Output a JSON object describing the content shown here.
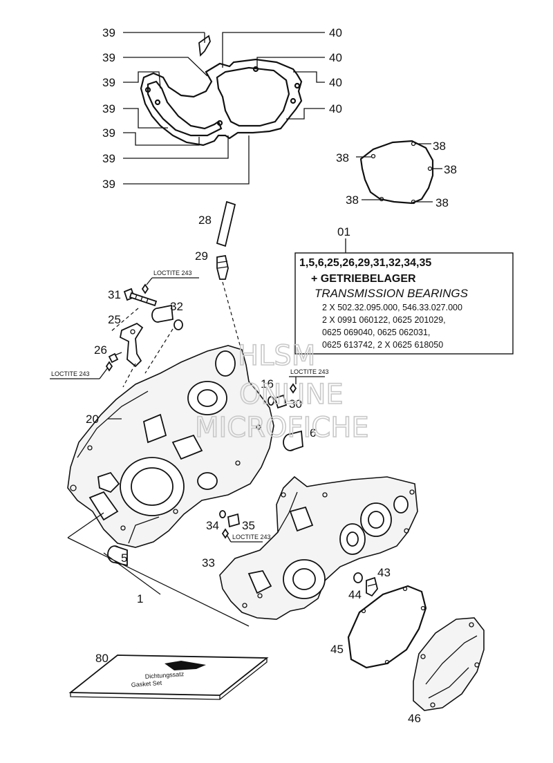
{
  "callouts": {
    "c39": "39",
    "c40": "40",
    "c38": "38",
    "c28": "28",
    "c29": "29",
    "c31": "31",
    "c32": "32",
    "c25": "25",
    "c26": "26",
    "c20": "20",
    "c16": "16",
    "c30": "30",
    "c6": "6",
    "c34": "34",
    "c35": "35",
    "c33": "33",
    "c5": "5",
    "c1": "1",
    "c43": "43",
    "c44": "44",
    "c45": "45",
    "c80": "80",
    "c46": "46",
    "c01": "01"
  },
  "loctite": {
    "label": "LOCTITE 243"
  },
  "kit_box": {
    "line1": "1,5,6,25,26,29,31,32,34,35",
    "line2": "+ GETRIEBELAGER",
    "line3": "TRANSMISSION BEARINGS",
    "line4": "2 X 502.32.095.000, 546.33.027.000",
    "line5": "2 X 0991 060122, 0625 201029,",
    "line6": "0625 069040, 0625 062031,",
    "line7": "0625 613742, 2 X 0625 618050"
  },
  "watermark": {
    "line1": "HLSM",
    "line2": "ONLINE",
    "line3": "MICROFICHE"
  },
  "booklet": {
    "line1": "Dichtungssatz",
    "line2": "Gasket Set"
  }
}
